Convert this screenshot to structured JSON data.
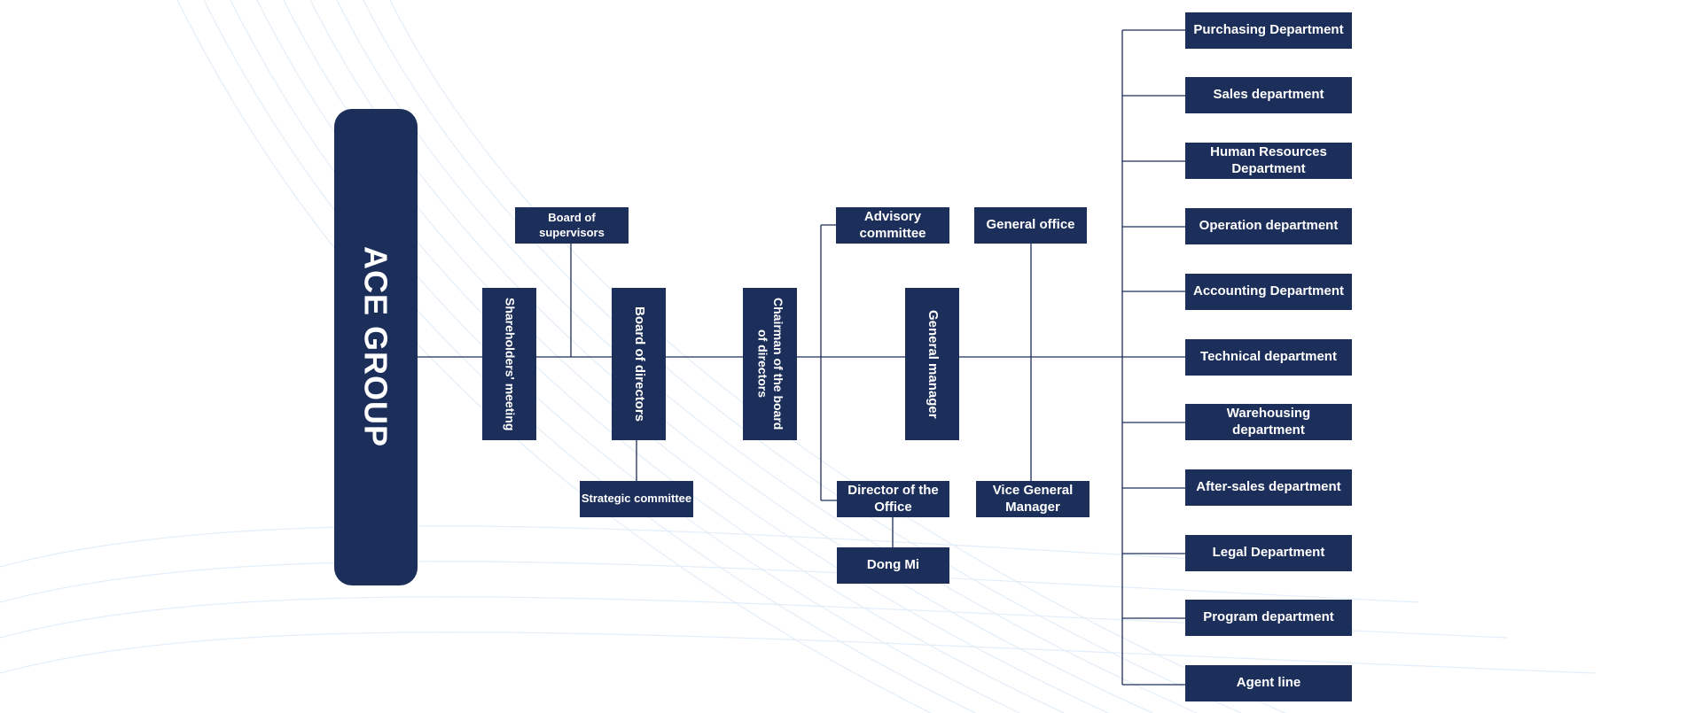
{
  "org": {
    "company": "ACE GROUP",
    "shareholders": "Shareholders' meeting",
    "supervisors": "Board of supervisors",
    "board": "Board of directors",
    "strategic": "Strategic committee",
    "chairman": "Chairman of the board of directors",
    "advisory": "Advisory committee",
    "director_office": "Director of the Office",
    "dong_mi": "Dong Mi",
    "general_manager": "General manager",
    "general_office": "General office",
    "vice_gm": "Vice General Manager",
    "departments": [
      "Purchasing Department",
      "Sales department",
      "Human Resources Department",
      "Operation department",
      "Accounting Department",
      "Technical department",
      "Warehousing department",
      "After-sales department",
      "Legal Department",
      "Program department",
      "Agent line"
    ]
  },
  "colors": {
    "box": "#1c2e5a",
    "text": "#ffffff",
    "connector": "#1c2e5a"
  }
}
